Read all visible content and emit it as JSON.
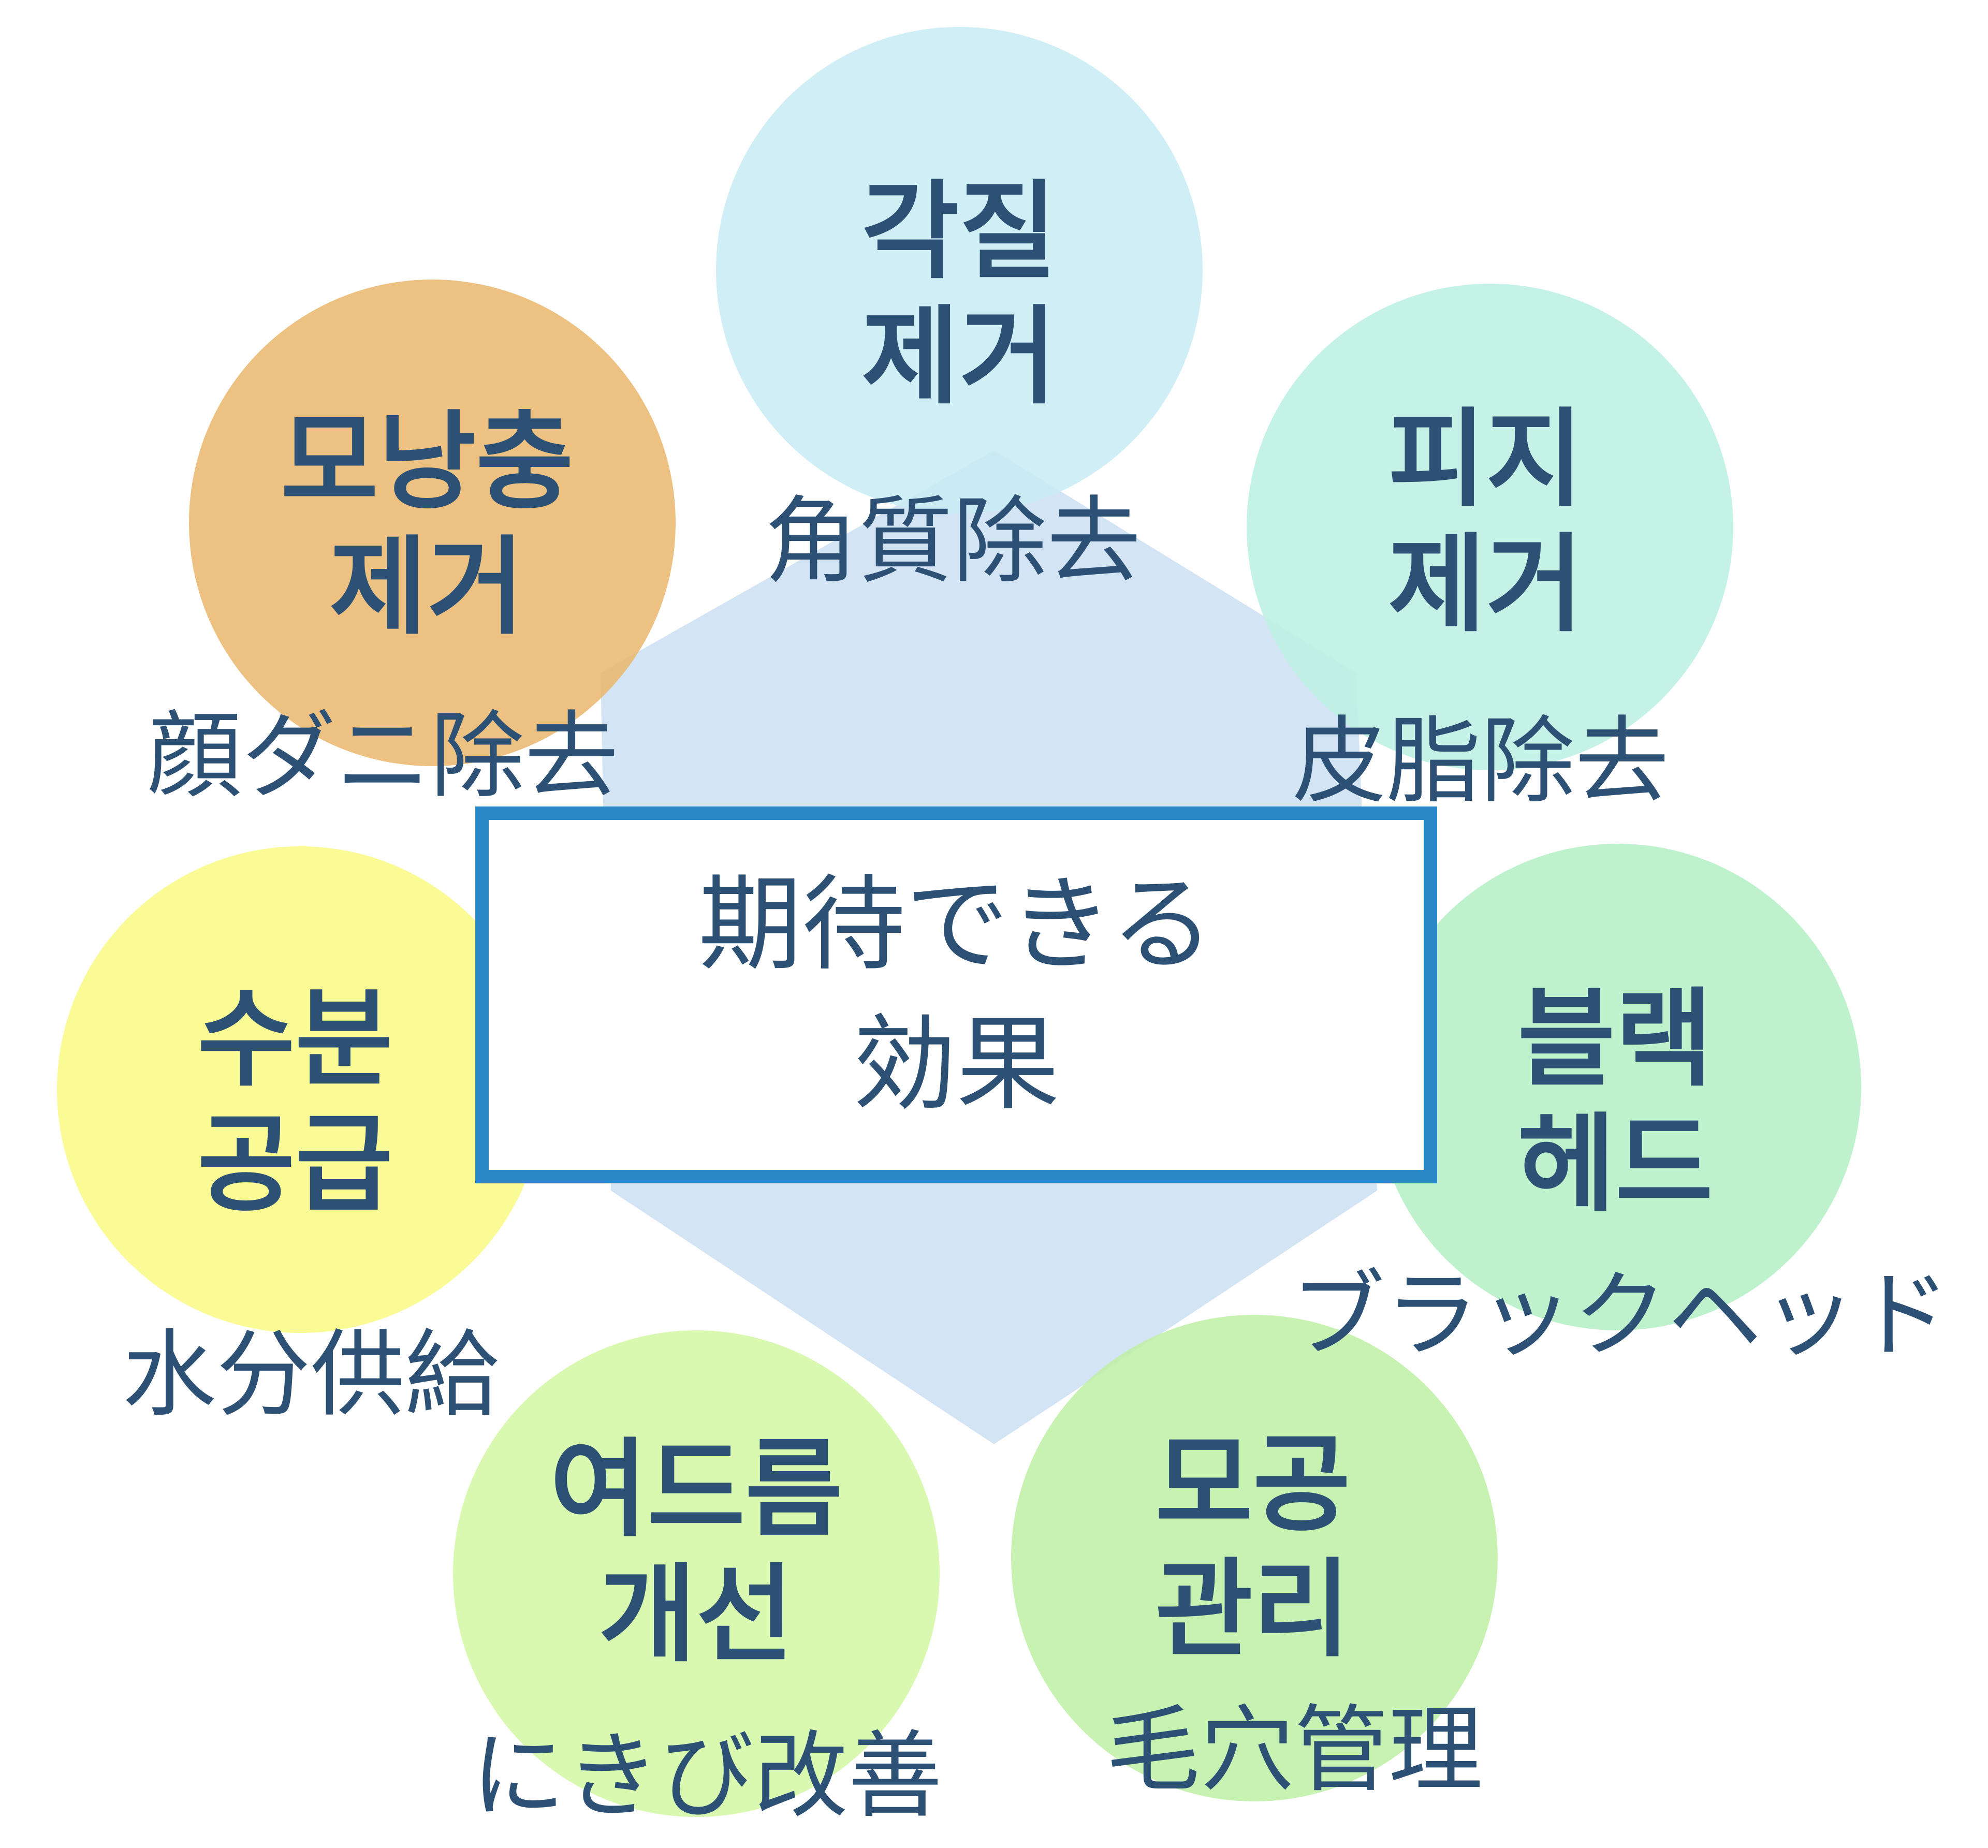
{
  "center": {
    "title": "期待できる\n効果"
  },
  "items": [
    {
      "id": "exfoliation",
      "ko": "각질\n제거",
      "ja": "角質除去",
      "color": "#c9ecf4"
    },
    {
      "id": "sebum",
      "ko": "피지\n제거",
      "ja": "皮脂除去",
      "color": "#bdf0e3"
    },
    {
      "id": "blackhead",
      "ko": "블랙\n헤드",
      "ja": "ブラックヘッド",
      "color": "#b4f0c6"
    },
    {
      "id": "pore",
      "ko": "모공\n관리",
      "ja": "毛穴管理",
      "color": "#bff0a7"
    },
    {
      "id": "acne",
      "ko": "여드름\n개선",
      "ja": "にきび改善",
      "color": "#d3f8a4"
    },
    {
      "id": "moisture",
      "ko": "수분\n공급",
      "ja": "水分供給",
      "color": "#f9fb86"
    },
    {
      "id": "mite",
      "ko": "모낭충\n제거",
      "ja": "顔ダニ除去",
      "color": "#e9b870"
    }
  ],
  "colors": {
    "hexagon": "#d3e4f5",
    "border": "#2a87c8",
    "text": "#2c5175"
  }
}
